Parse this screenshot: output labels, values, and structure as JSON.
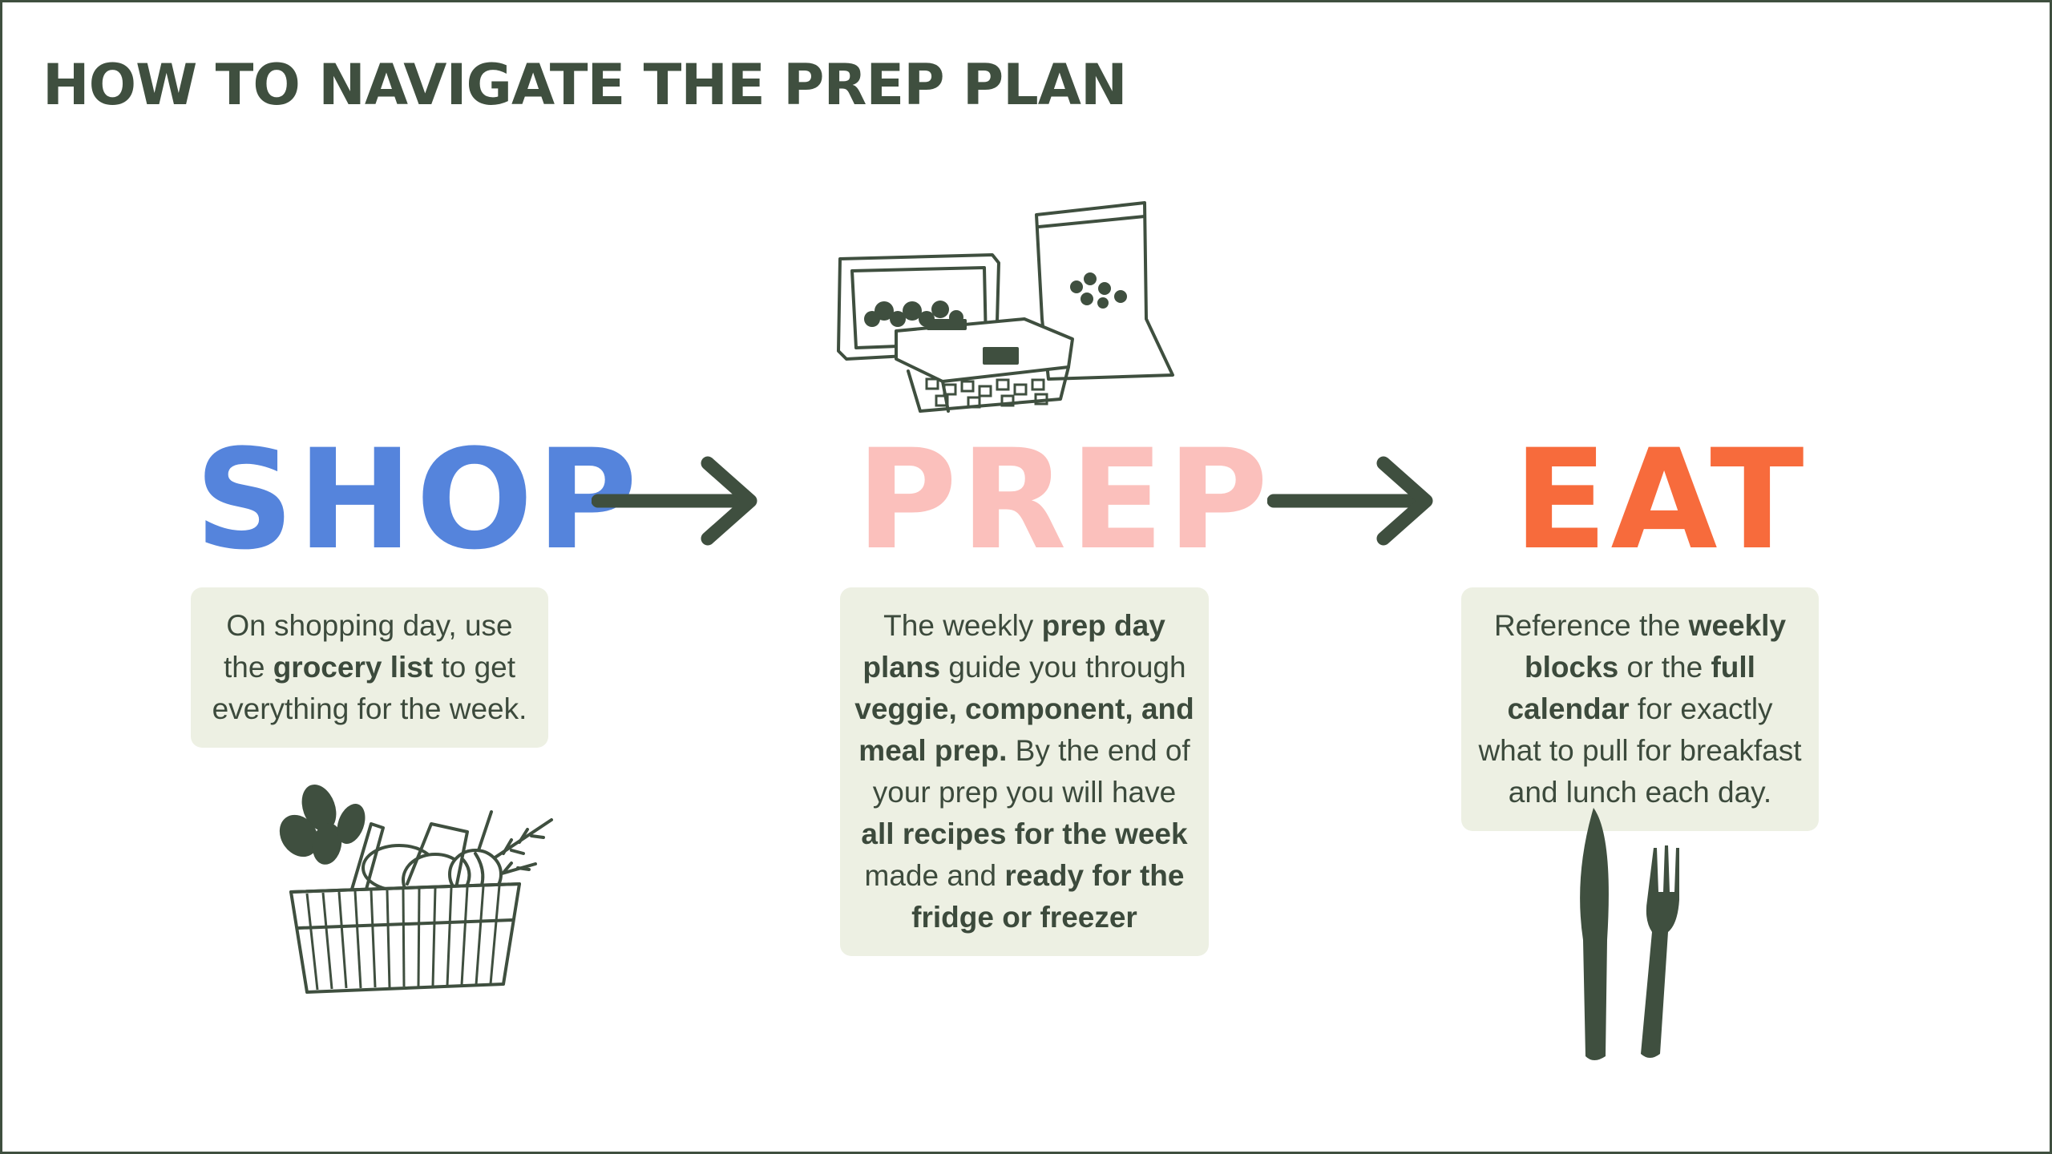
{
  "title": "HOW TO NAVIGATE THE PREP PLAN",
  "colors": {
    "ink": "#3f4f3f",
    "shop": "#5584dc",
    "prep": "#fbc0bc",
    "eat": "#f76b3c",
    "card_bg": "#edf0e3"
  },
  "steps": {
    "shop": {
      "word": "SHOP",
      "icon": "grocery-basket-icon",
      "text": [
        {
          "t": "On shopping day, use the "
        },
        {
          "t": "grocery list",
          "b": true
        },
        {
          "t": " to get everything for the week."
        }
      ]
    },
    "prep": {
      "word": "PREP",
      "icon": "meal-prep-containers-icon",
      "text": [
        {
          "t": "The weekly "
        },
        {
          "t": "prep day plans",
          "b": true
        },
        {
          "t": " guide you through "
        },
        {
          "t": "veggie, component, and meal prep.",
          "b": true
        },
        {
          "t": " By the end of  your prep you will have "
        },
        {
          "t": "all recipes for the week",
          "b": true
        },
        {
          "t": " made and "
        },
        {
          "t": "ready for the fridge or freezer",
          "b": true
        }
      ]
    },
    "eat": {
      "word": "EAT",
      "icon": "knife-fork-icon",
      "text": [
        {
          "t": "Reference the "
        },
        {
          "t": "weekly blocks",
          "b": true
        },
        {
          "t": " or the "
        },
        {
          "t": "full calendar",
          "b": true
        },
        {
          "t": " for exactly what to pull for breakfast and lunch each day."
        }
      ]
    }
  },
  "arrows": [
    "arrow-right-icon",
    "arrow-right-icon"
  ]
}
